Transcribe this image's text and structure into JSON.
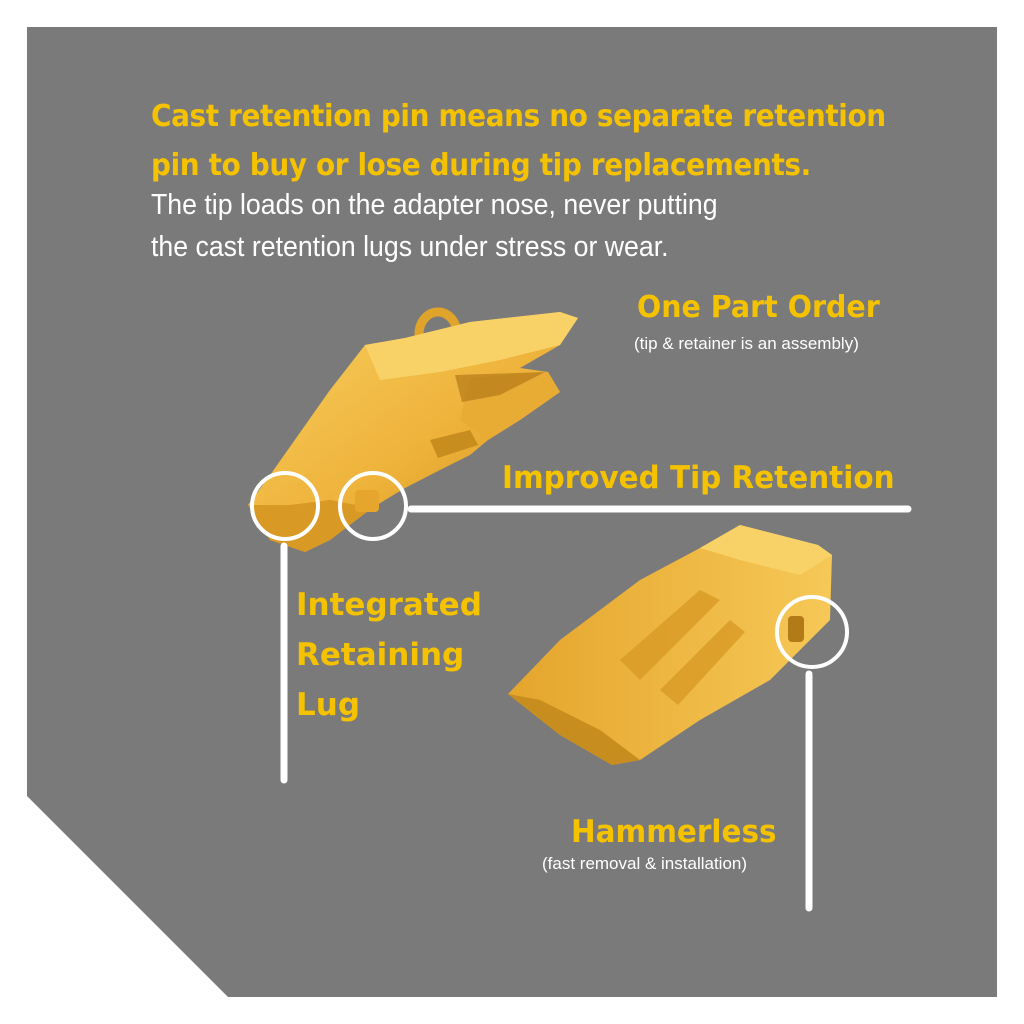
{
  "colors": {
    "panel": "#7a7a7a",
    "accent_yellow": "#f5c200",
    "part_yellow": "#f2b93a",
    "callout_white": "#ffffff"
  },
  "headline": {
    "line1": "Cast retention pin means no separate retention",
    "line2": "pin to buy or lose during tip replacements."
  },
  "subtext": {
    "line1": "The tip loads on the adapter nose, never putting",
    "line2": "the cast retention lugs under stress or wear."
  },
  "callouts": {
    "one_part_order": {
      "title": "One Part Order",
      "note": "(tip & retainer is an assembly)"
    },
    "improved_tip_retention": {
      "title": "Improved Tip Retention"
    },
    "integrated_retaining_lug": {
      "line1": "Integrated",
      "line2": "Retaining",
      "line3": "Lug"
    },
    "hammerless": {
      "title": "Hammerless",
      "note": "(fast removal & installation)"
    }
  },
  "images": {
    "adapter": "bucket-adapter-with-lifting-eye",
    "tip": "bucket-tooth-tip"
  }
}
